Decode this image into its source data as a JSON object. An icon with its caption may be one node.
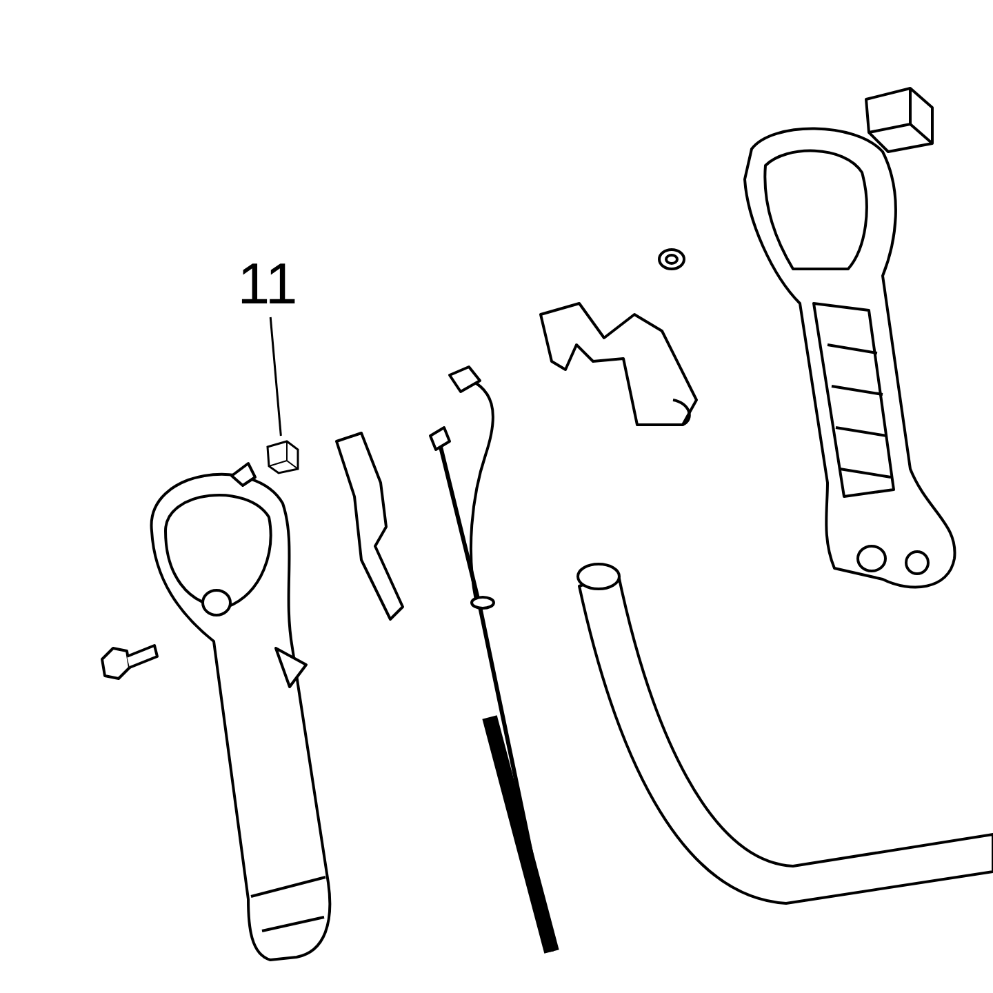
{
  "diagram": {
    "nodes": [
      {
        "text": [
          "11"
        ]
      },
      {
        "text": [],
        "shape": "picture"
      }
    ],
    "edges": [
      {
        "from": 0,
        "to": 1,
        "arrow": "none"
      }
    ]
  }
}
